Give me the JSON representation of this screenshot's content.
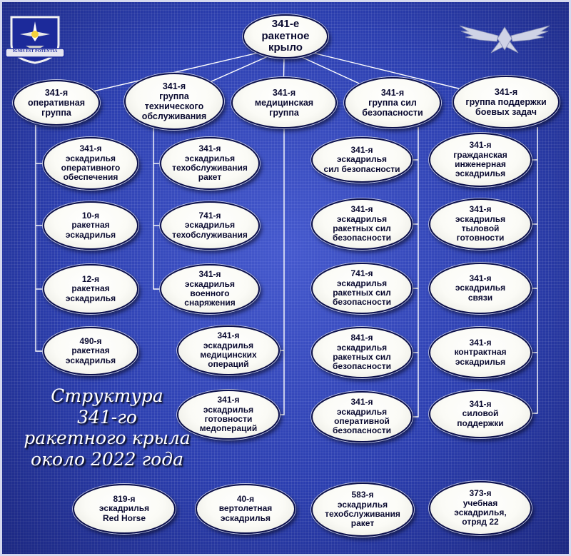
{
  "nodes": {
    "wing": "341-е\nракетное\nкрыло",
    "ops_group": "341-я\nоперативная\nгруппа",
    "mx_group": "341-я\nгруппа\nтехнического\nобслуживания",
    "med_group": "341-я\nмедицинская\nгруппа",
    "sf_group": "341-я\nгруппа сил\nбезопасности",
    "msg_group": "341-я\nгруппа поддержки\nбоевых задач",
    "oss": "341-я\nэскадрилья\nоперативного\nобеспечения",
    "ms10": "10-я\nракетная\nэскадрилья",
    "ms12": "12-я\nракетная\nэскадрилья",
    "ms490": "490-я\nракетная\nэскадрилья",
    "mms": "341-я\nэскадрилья\nтехобслуживания\nракет",
    "mxs741": "741-я\nэскадрилья\nтехобслуживания",
    "mus": "341-я\nэскадрилья\nвоенного\nснаряжения",
    "mdos": "341-я\nэскадрилья\nмедицинских\nопераций",
    "mdss": "341-я\nэскадрилья\nготовности\nмедопераций",
    "sfs": "341-я\nэскадрилья\nсил безопасности",
    "msfs341": "341-я\nэскадрилья\nракетных сил\nбезопасности",
    "msfs741": "741-я\nэскадрилья\nракетных сил\nбезопасности",
    "msfs841": "841-я\nэскадрилья\nракетных сил\nбезопасности",
    "osfs": "341-я\nэскадрилья\nоперативной\nбезопасности",
    "ces": "341-я\nгражданская\nинженерная\nэскадрилья",
    "lrs": "341-я\nэскадрилья\nтыловой\nготовности",
    "cs": "341-я\nэскадрилья\nсвязи",
    "cons": "341-я\nконтрактная\nэскадрилья",
    "fss": "341-я\nсиловой\nподдержки",
    "rh819": "819-я\nэскадрилья\nRed Horse",
    "hs40": "40-я\nвертолетная\nэскадрилья",
    "mms583": "583-я\nэскадрилья\nтехобслуживания\nракет",
    "trs373": "373-я\nучебная\nэскадрилья,\nотряд 22"
  },
  "caption": "Структура\n341-го\nракетного крыла\nоколо 2022 года",
  "emblem_text": "IGNIS EST POTENTIA",
  "colors": {
    "background": "#2b3fb0",
    "node_fill": "#fbfbf6",
    "node_border": "#0b0f4a",
    "connector": "#ffffff",
    "caption": "#ffffff"
  },
  "icons": [
    "wing-emblem-icon",
    "usaf-wings-icon"
  ]
}
